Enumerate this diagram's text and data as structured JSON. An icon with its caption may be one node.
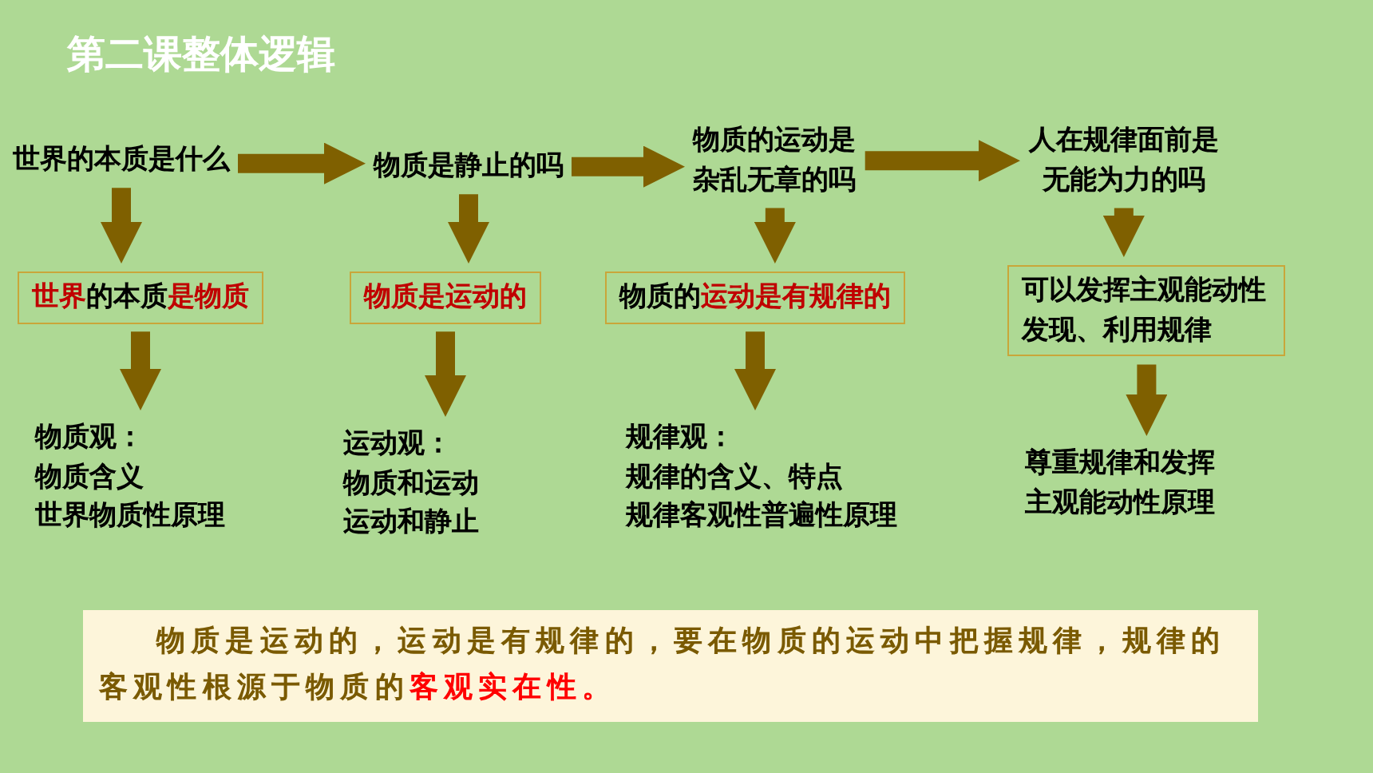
{
  "diagram": {
    "title": "第二课整体逻辑",
    "nodes": [
      {
        "text": [
          "世界的本质是什么"
        ]
      },
      {
        "text": [
          "物质是静止的吗"
        ]
      },
      {
        "text": [
          "物质的运动是杂乱无章的吗"
        ]
      },
      {
        "text": [
          "人在规律面前是无能为力的吗"
        ]
      },
      {
        "text": [
          "**世界**的本质**是物质**"
        ]
      },
      {
        "text": [
          "**物质是运动的**"
        ]
      },
      {
        "text": [
          "物质的**运动是有规律的**"
        ]
      },
      {
        "text": [
          "可以发挥主观能动性发现、利用规律"
        ]
      },
      {
        "text": [
          "物质观：",
          "物质含义",
          "世界物质性原理"
        ]
      },
      {
        "text": [
          "运动观：",
          "物质和运动",
          "运动和静止"
        ]
      },
      {
        "text": [
          "规律观：",
          "规律的含义、特点",
          "规律客观性普遍性原理"
        ]
      },
      {
        "text": [
          "尊重规律和发挥主观能动性原理"
        ]
      },
      {
        "text": [
          "物质是运动的，运动是有规律的，要在物质的运动中把握规律，规律的客观性根源于物质的**客观实在性。**"
        ]
      }
    ],
    "edges": [
      {
        "from": 0,
        "to": 1,
        "arrow": "to"
      },
      {
        "from": 1,
        "to": 2,
        "arrow": "to"
      },
      {
        "from": 2,
        "to": 3,
        "arrow": "to"
      },
      {
        "from": 0,
        "to": 4,
        "arrow": "to"
      },
      {
        "from": 1,
        "to": 5,
        "arrow": "to"
      },
      {
        "from": 2,
        "to": 6,
        "arrow": "to"
      },
      {
        "from": 3,
        "to": 7,
        "arrow": "to"
      },
      {
        "from": 4,
        "to": 8,
        "arrow": "to"
      },
      {
        "from": 5,
        "to": 9,
        "arrow": "to"
      },
      {
        "from": 6,
        "to": 10,
        "arrow": "to"
      },
      {
        "from": 7,
        "to": 11,
        "arrow": "to"
      }
    ]
  }
}
